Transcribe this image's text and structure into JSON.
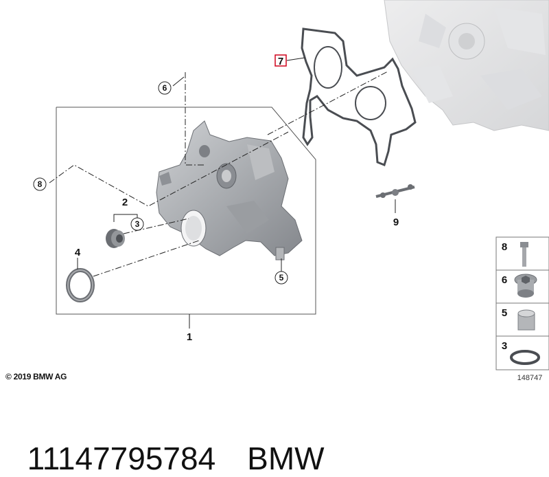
{
  "diagram": {
    "copyright": "© 2019 BMW AG",
    "drawing_number": "148747",
    "callouts": {
      "c1": "1",
      "c2": "2",
      "c3": "3",
      "c4": "4",
      "c5": "5",
      "c6": "6",
      "c7": "7",
      "c8": "8",
      "c9": "9"
    },
    "legend": [
      {
        "number": "8",
        "part": "bolt"
      },
      {
        "number": "6",
        "part": "plug"
      },
      {
        "number": "5",
        "part": "sleeve"
      },
      {
        "number": "3",
        "part": "ring"
      }
    ],
    "highlight_color": "#d0021b"
  },
  "footer": {
    "part_number": "11147795784",
    "brand": "BMW"
  }
}
